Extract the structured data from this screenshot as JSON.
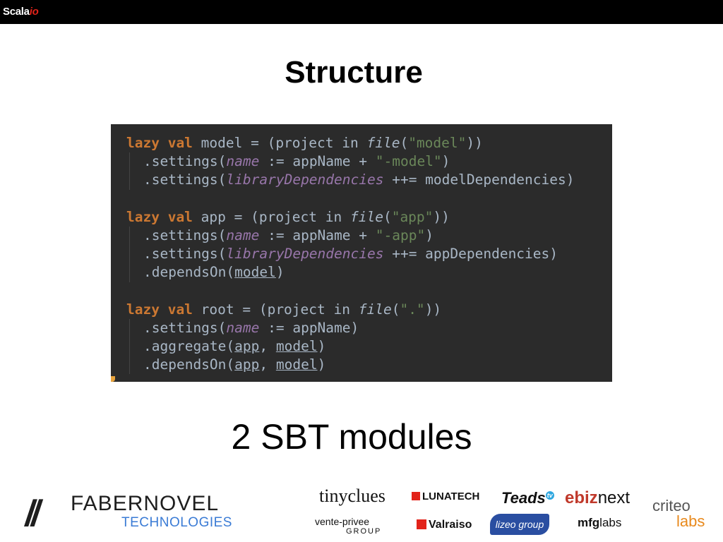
{
  "header": {
    "brand_main": "Scala",
    "brand_accent": "io"
  },
  "slide": {
    "title": "Structure",
    "subtitle": "2 SBT modules"
  },
  "code": {
    "lines": [
      [
        "lazy val",
        " model = (project in ",
        "file",
        "(",
        "\"model\"",
        "))"
      ],
      [
        ".settings(",
        "name",
        " := appName + ",
        "\"-model\"",
        ")"
      ],
      [
        ".settings(",
        "libraryDependencies",
        " ++= modelDependencies)"
      ],
      [
        "lazy val",
        " app = (project in ",
        "file",
        "(",
        "\"app\"",
        "))"
      ],
      [
        ".settings(",
        "name",
        " := appName + ",
        "\"-app\"",
        ")"
      ],
      [
        ".settings(",
        "libraryDependencies",
        " ++= appDependencies)"
      ],
      [
        ".dependsOn(",
        "model",
        ")"
      ],
      [
        "lazy val",
        " root = (project in ",
        "file",
        "(",
        "\".\"",
        "))"
      ],
      [
        ".settings(",
        "name",
        " := appName)"
      ],
      [
        ".aggregate(",
        "app",
        ", ",
        "model",
        ")"
      ],
      [
        ".dependsOn(",
        "app",
        ", ",
        "model",
        ")"
      ]
    ]
  },
  "footer": {
    "fabernovel_slashes": "//",
    "fabernovel_name": "FABERNOVEL",
    "fabernovel_sub": "TECHNOLOGIES",
    "sponsors": {
      "tinyclues": "tinyclues",
      "lunatech": "LUNATECH",
      "teads": "Teads",
      "teads_badge": "tv",
      "ebiznext_a": "ebiz",
      "ebiznext_b": "next",
      "criteo": "criteo",
      "criteo_labs": "labs",
      "vente_privee": "vente-privee",
      "vente_group": "GROUP",
      "valraiso": "Valraiso",
      "lizeo": "lizeo group",
      "mfg": "mfg",
      "mfg_labs": "labs"
    }
  }
}
